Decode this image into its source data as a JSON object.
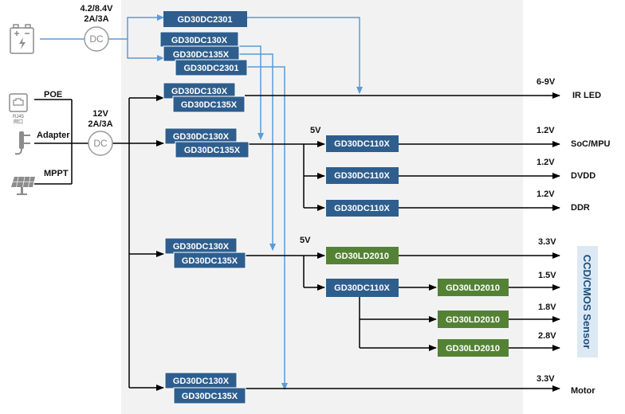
{
  "inputs": {
    "battery": {
      "icon": "battery-icon",
      "voltage": "4.2/8.4V",
      "current": "2A/3A",
      "converter": "DC"
    },
    "poe": {
      "label": "POE",
      "icon": "rj45-port-icon",
      "icon_caption": "RJ45",
      "icon_caption2": "网口"
    },
    "adapter": {
      "label": "Adapter",
      "icon": "power-plug-icon"
    },
    "mppt": {
      "label": "MPPT",
      "icon": "solar-panel-icon"
    },
    "main_dc": {
      "voltage": "12V",
      "current": "2A/3A",
      "converter": "DC"
    }
  },
  "chips": {
    "gd30dc2301": "GD30DC2301",
    "gd30dc130x": "GD30DC130X",
    "gd30dc135x": "GD30DC135X",
    "gd30dc110x": "GD30DC110X",
    "gd30ld2010": "GD30LD2010"
  },
  "rails": {
    "five_v_a": "5V",
    "five_v_b": "5V"
  },
  "outputs": {
    "ir_led": {
      "label": "IR LED",
      "voltage": "6-9V"
    },
    "soc": {
      "label": "SoC/MPU",
      "voltage": "1.2V"
    },
    "dvdd": {
      "label": "DVDD",
      "voltage": "1.2V"
    },
    "ddr": {
      "label": "DDR",
      "voltage": "1.2V"
    },
    "sensor_33": {
      "voltage": "3.3V"
    },
    "sensor_15": {
      "voltage": "1.5V"
    },
    "sensor_18": {
      "voltage": "1.8V"
    },
    "sensor_28": {
      "voltage": "2.8V"
    },
    "sensor_label": "CCD/CMOS Sensor",
    "motor": {
      "label": "Motor",
      "voltage": "3.3V"
    }
  },
  "colors": {
    "chip_blue": "#2e5e8e",
    "chip_green": "#548235",
    "arrow_blue": "#5b9bd5",
    "panel_gray": "#f2f2f2",
    "sensor_box": "#dce9f5"
  }
}
